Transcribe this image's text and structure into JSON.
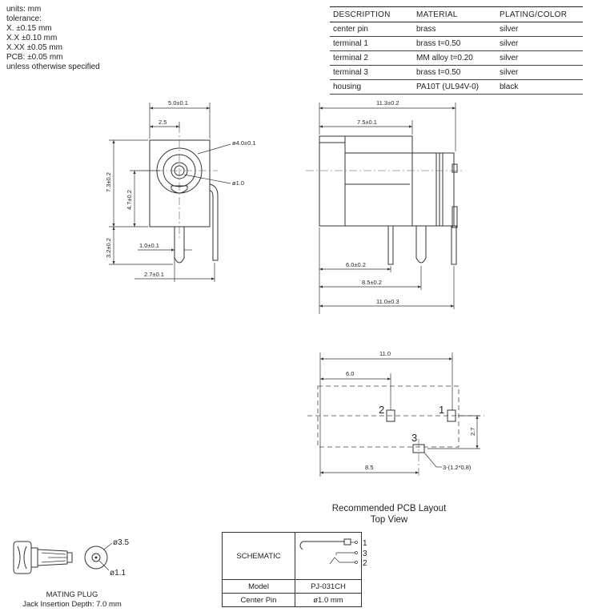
{
  "tolerance": {
    "lines": [
      "units: mm",
      "tolerance:",
      "X. ±0.15 mm",
      "X.X ±0.10 mm",
      "X.XX ±0.05 mm",
      "PCB: ±0.05 mm",
      "unless otherwise specified"
    ]
  },
  "spec_table": {
    "headers": [
      "DESCRIPTION",
      "MATERIAL",
      "PLATING/COLOR"
    ],
    "rows": [
      [
        "center pin",
        "brass",
        "silver"
      ],
      [
        "terminal 1",
        "brass t=0.50",
        "silver"
      ],
      [
        "terminal 2",
        "MM alloy t=0.20",
        "silver"
      ],
      [
        "terminal 3",
        "brass t=0.50",
        "silver"
      ],
      [
        "housing",
        "PA10T (UL94V-0)",
        "black"
      ]
    ]
  },
  "front_view": {
    "dim_top": "5.0±0.1",
    "dim_sub": "2.5",
    "dim_diam": "ø4.0±0.1",
    "dim_pin": "ø1.0",
    "dim_height": "7.3±0.2",
    "dim_center": "4.7±0.2",
    "dim_leg": "3.2±0.2",
    "dim_pin_w": "1.0±0.1",
    "dim_pin_off": "2.7±0.1"
  },
  "side_view": {
    "dim_total": "11.3±0.2",
    "dim_body": "7.5±0.1",
    "dim_pin1": "6.0±0.2",
    "dim_pin2": "8.5±0.2",
    "dim_pin3": "11.0±0.3"
  },
  "pcb_layout": {
    "dim_total": "11.0",
    "dim_first": "6.0",
    "dim_third": "8.5",
    "dim_vert": "2.7",
    "pad_note": "3-(1.2*0.8)",
    "pad_labels": [
      "2",
      "1",
      "3"
    ],
    "title": "Recommended PCB Layout",
    "subtitle": "Top View"
  },
  "mating_plug": {
    "dim_outer": "ø3.5",
    "dim_inner": "ø1.1",
    "caption": "MATING PLUG",
    "caption2": "Jack Insertion Depth: 7.0 mm"
  },
  "schematic_table": {
    "label": "SCHEMATIC",
    "pins": [
      "1",
      "3",
      "2"
    ],
    "model_label": "Model",
    "model_value": "PJ-031CH",
    "pin_label": "Center Pin",
    "pin_value": "ø1.0 mm"
  }
}
